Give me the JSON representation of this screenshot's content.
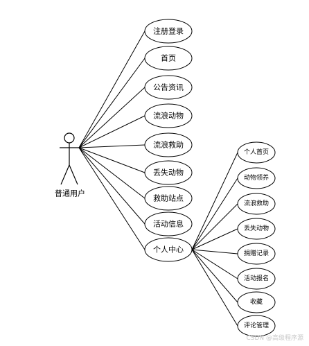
{
  "actor": {
    "name": "普通用户"
  },
  "use_cases": [
    "注册登录",
    "首页",
    "公告资讯",
    "流浪动物",
    "流浪救助",
    "丢失动物",
    "救助站点",
    "活动信息",
    "个人中心"
  ],
  "personal_center_cases": [
    "个人首页",
    "动物领养",
    "流浪救助",
    "丢失动物",
    "捐赠记录",
    "活动报名",
    "收藏",
    "评论管理"
  ],
  "watermark": "CSDN @高级程序源"
}
